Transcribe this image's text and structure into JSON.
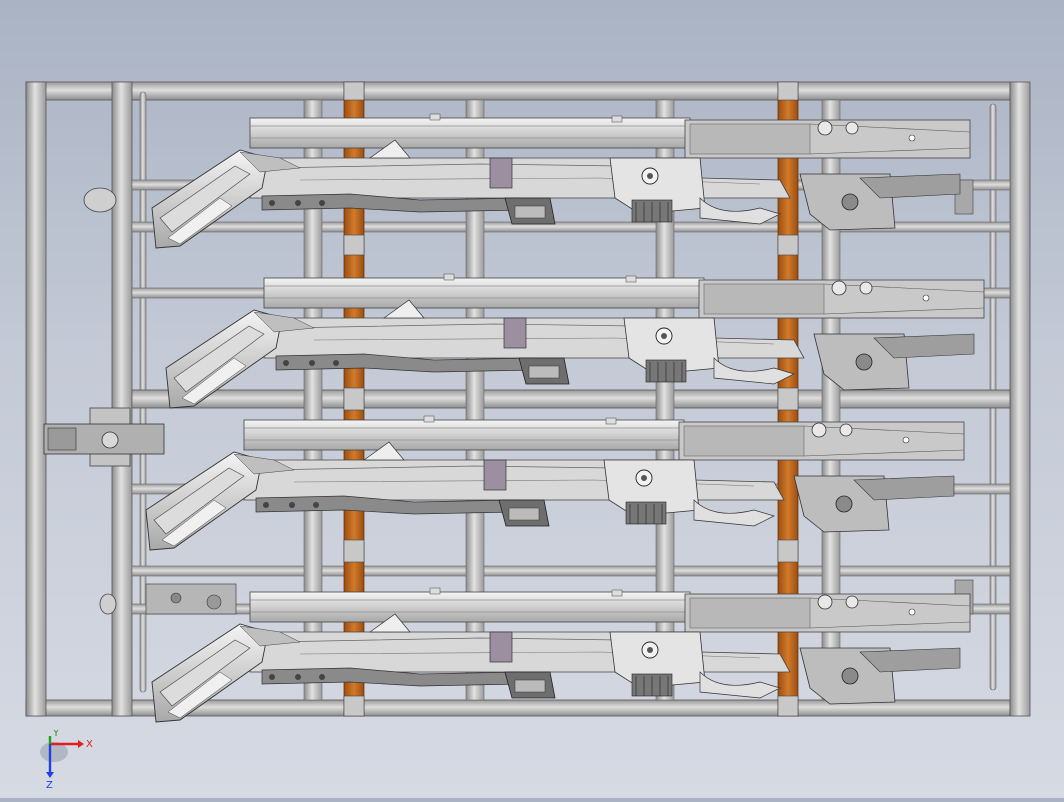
{
  "viewport": {
    "background_top": "#aab3c4",
    "background_bottom": "#d6dae3",
    "model": {
      "frame_color": "#bfbfbf",
      "frame_edge": "#555555",
      "spacer_color": "#c06a1e",
      "part_count": 4
    }
  },
  "triad": {
    "x_label": "X",
    "y_label": "Y",
    "z_label": "Z",
    "x_color": "#e02020",
    "y_color": "#20a020",
    "z_color": "#2040e0"
  }
}
